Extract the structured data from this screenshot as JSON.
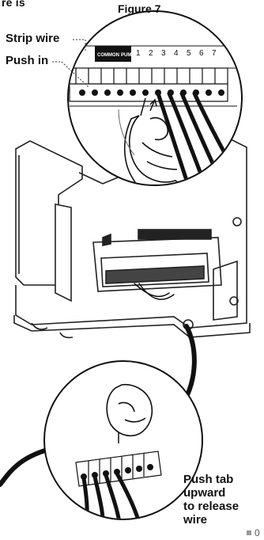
{
  "page": {
    "top_fragment": "re is",
    "figure_title": "Figure 7",
    "page_number": "0"
  },
  "callouts": {
    "strip_wire": "Strip wire",
    "push_in": "Push in",
    "push_tab": [
      "Push tab",
      "upward",
      "to release",
      "wire"
    ]
  },
  "terminal_block": {
    "common_label": "COMMON",
    "pump_label": "PUMP",
    "zone_numbers": [
      "1",
      "2",
      "3",
      "4",
      "5",
      "6",
      "7"
    ]
  },
  "icons": [
    "hand-icon",
    "wire-icon",
    "controller-box-icon"
  ]
}
